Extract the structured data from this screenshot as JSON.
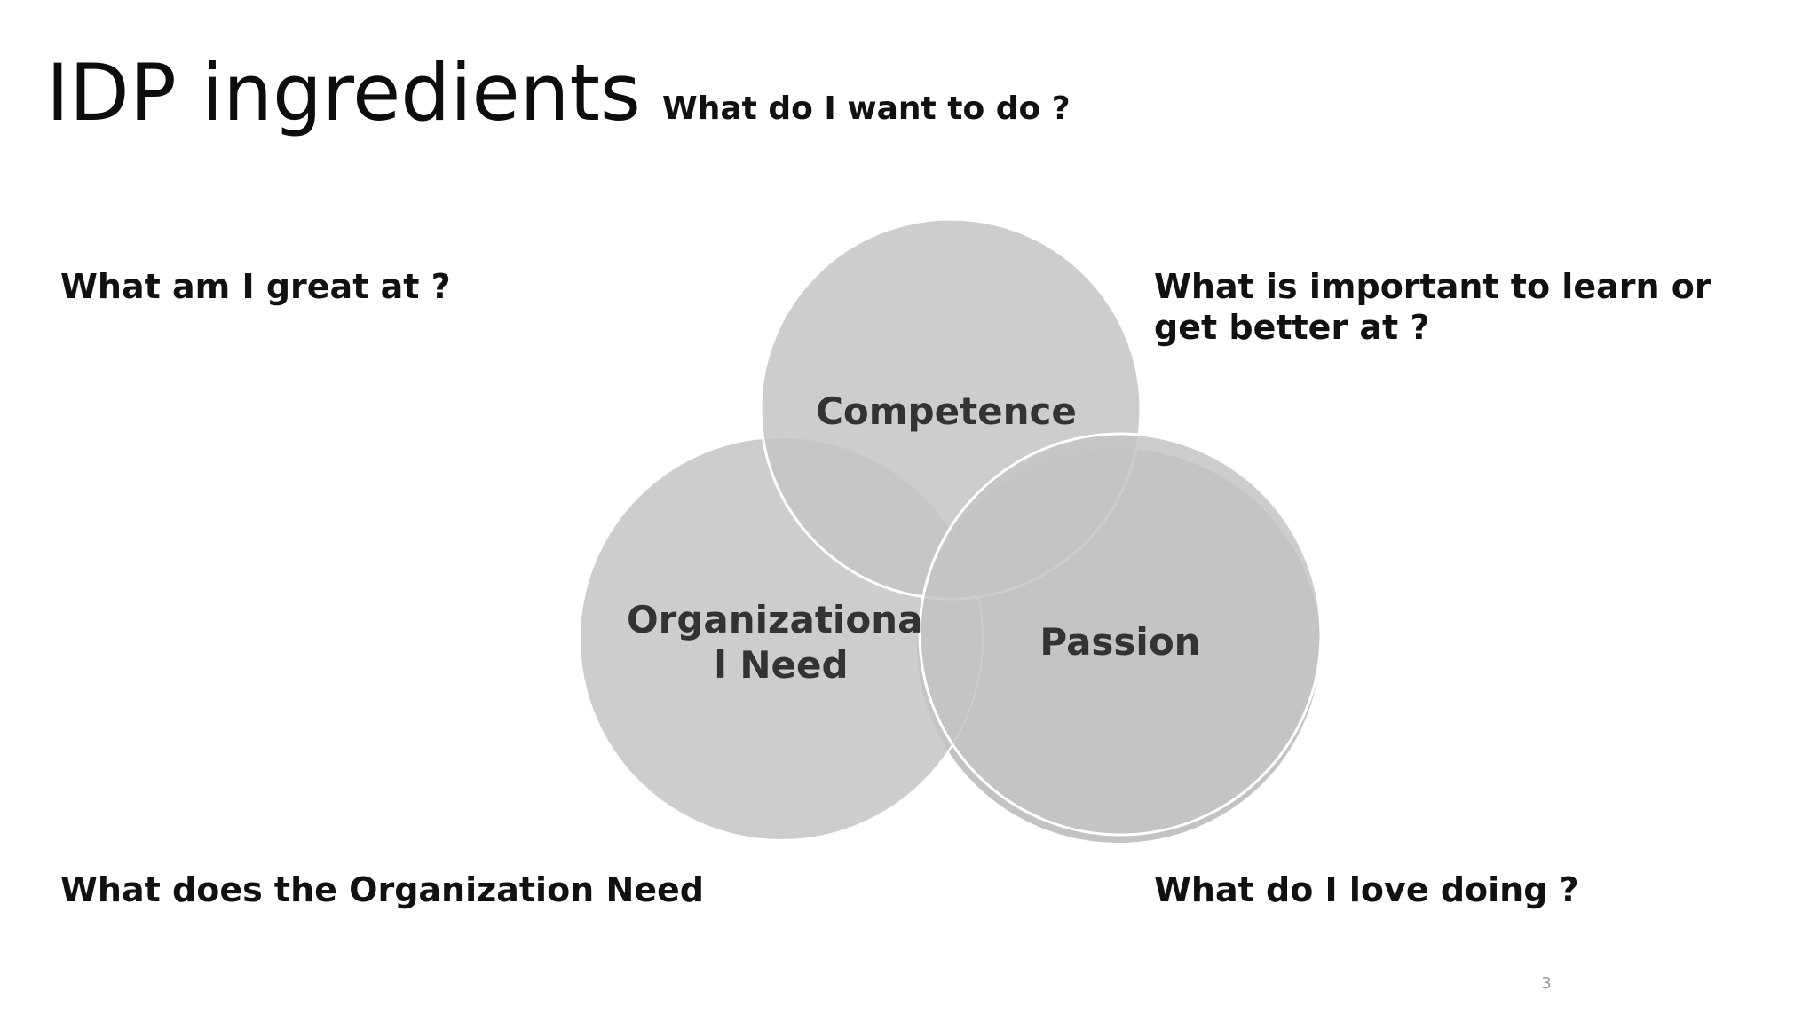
{
  "slide": {
    "title": "IDP ingredients",
    "page_number": "3"
  },
  "prompts": {
    "top": "What do I want to do ?",
    "top_left": "What am I great at ?",
    "top_right": "What is important to learn or get better at ?",
    "bottom_left": "What does the Organization Need",
    "bottom_right": "What do I love doing ?"
  },
  "venn": {
    "circles": [
      {
        "id": "competence",
        "label_lines": [
          "Competence"
        ]
      },
      {
        "id": "organizational-need",
        "label_lines": [
          "Organizationa",
          "l Need"
        ]
      },
      {
        "id": "passion",
        "label_lines": [
          "Passion"
        ]
      }
    ],
    "colors": {
      "fill": "#c4c4c4",
      "stroke": "#ffffff",
      "label": "#333333"
    }
  }
}
